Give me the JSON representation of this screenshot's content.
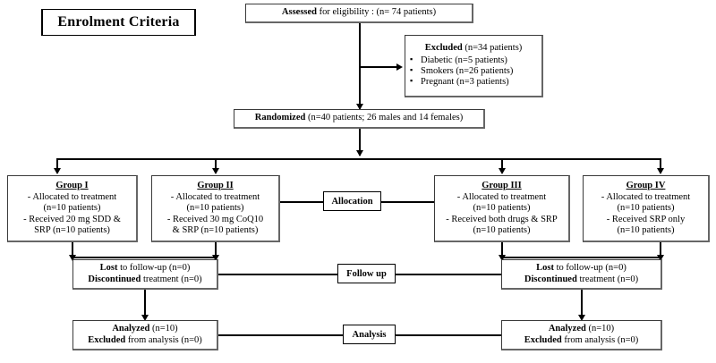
{
  "title": {
    "text": "Enrolment Criteria"
  },
  "stages": {
    "allocation": "Allocation",
    "follow_up": "Follow up",
    "analysis": "Analysis"
  },
  "nodes": {
    "assessed": {
      "bold": "Assessed",
      "rest": " for eligibility : (n= 74 patients)"
    },
    "excluded": {
      "bold": "Excluded",
      "rest": " (n=34 patients)",
      "items": [
        "Diabetic (n=5 patients)",
        "Smokers (n=26 patients)",
        "Pregnant (n=3 patients)"
      ]
    },
    "randomized": {
      "bold": "Randomized",
      "rest": " (n=40 patients; 26 males and 14 females)"
    },
    "group1": {
      "header": "Group I",
      "lines": [
        "- Allocated to treatment",
        "(n=10 patients)",
        "- Received 20 mg SDD &",
        "SRP (n=10 patients)"
      ]
    },
    "group2": {
      "header": "Group II",
      "lines": [
        "- Allocated to treatment",
        "(n=10 patients)",
        "- Received 30 mg CoQ10",
        "& SRP (n=10 patients)"
      ]
    },
    "group3": {
      "header": "Group III",
      "lines": [
        "- Allocated to treatment",
        "(n=10 patients)",
        "- Received both drugs & SRP",
        "(n=10 patients)"
      ]
    },
    "group4": {
      "header": "Group IV",
      "lines": [
        "- Allocated to treatment",
        "(n=10 patients)",
        "- Received SRP only",
        "(n=10 patients)"
      ]
    },
    "followup_left": {
      "line1_bold": "Lost",
      "line1_rest": " to follow-up (n=0)",
      "line2_bold": "Discontinued",
      "line2_rest": " treatment (n=0)"
    },
    "followup_right": {
      "line1_bold": "Lost",
      "line1_rest": " to follow-up (n=0)",
      "line2_bold": "Discontinued",
      "line2_rest": " treatment (n=0)"
    },
    "analysis_left": {
      "line1_bold": "Analyzed",
      "line1_rest": " (n=10)",
      "line2_bold": "Excluded",
      "line2_rest": " from analysis (n=0)"
    },
    "analysis_right": {
      "line1_bold": "Analyzed",
      "line1_rest": " (n=10)",
      "line2_bold": "Excluded",
      "line2_rest": " from analysis (n=0)"
    }
  },
  "colors": {
    "ink": "#000000",
    "box_border": "#3a3a3a",
    "background": "#ffffff"
  }
}
